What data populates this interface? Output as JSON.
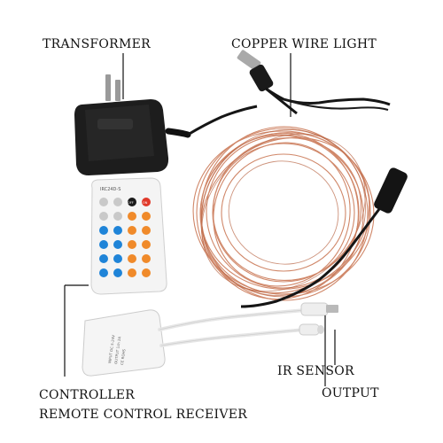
{
  "labels": {
    "transformer": "TRANSFORMER",
    "copper_wire_light": "COPPER WIRE LIGHT",
    "ir_sensor": "IR SENSOR",
    "output": "OUTPUT",
    "controller": "CONTROLLER",
    "remote_control_receiver": "REMOTE CONTROL RECEIVER"
  },
  "remote": {
    "model_text": "IRC24D-S",
    "button_texts": [
      "OFF",
      "ON"
    ]
  },
  "controller_box": {
    "printed_text": [
      "INPUT DC 5-24V",
      "OUTPUT 1ch 2A",
      "CE ROHS"
    ]
  },
  "colors": {
    "copper": "#c8734f",
    "cable": "#151515",
    "white_cable": "#e8e8e8",
    "remote_blue": "#1f84d8",
    "remote_orange": "#f08a2a",
    "remote_red": "#e0392a"
  }
}
